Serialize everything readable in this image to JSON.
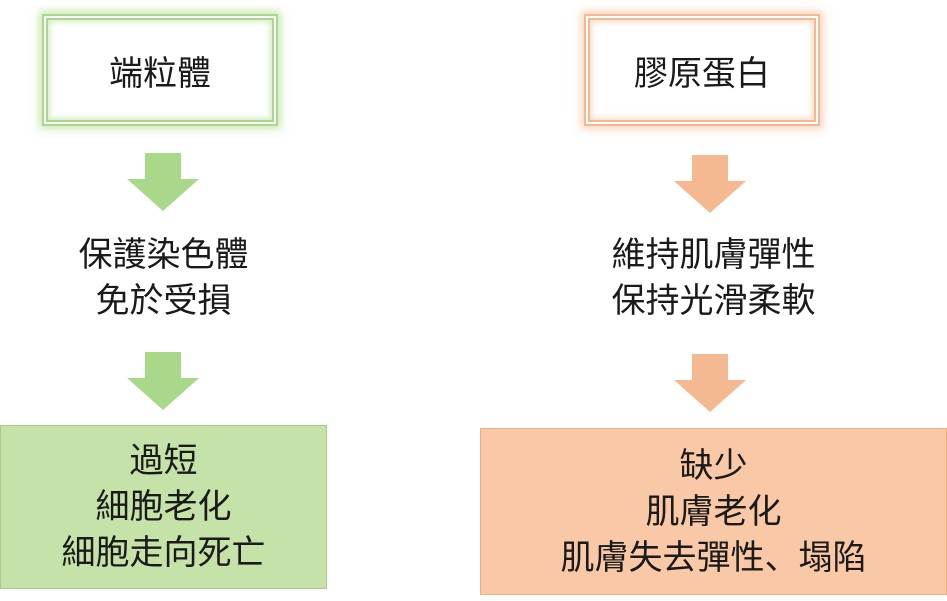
{
  "left": {
    "title": "端粒體",
    "function_lines": [
      "保護染色體",
      "免於受損"
    ],
    "result_lines": [
      "過短",
      "細胞老化",
      "細胞走向死亡"
    ],
    "color": "#a9d88a",
    "fill": "#c5e3a8",
    "arrow_icon": "arrow-down-icon"
  },
  "right": {
    "title": "膠原蛋白",
    "function_lines": [
      "維持肌膚彈性",
      "保持光滑柔軟"
    ],
    "result_lines": [
      "缺少",
      "肌膚老化",
      "肌膚失去彈性、塌陷"
    ],
    "color": "#f4b990",
    "fill": "#f9c8a6",
    "arrow_icon": "arrow-down-icon"
  }
}
